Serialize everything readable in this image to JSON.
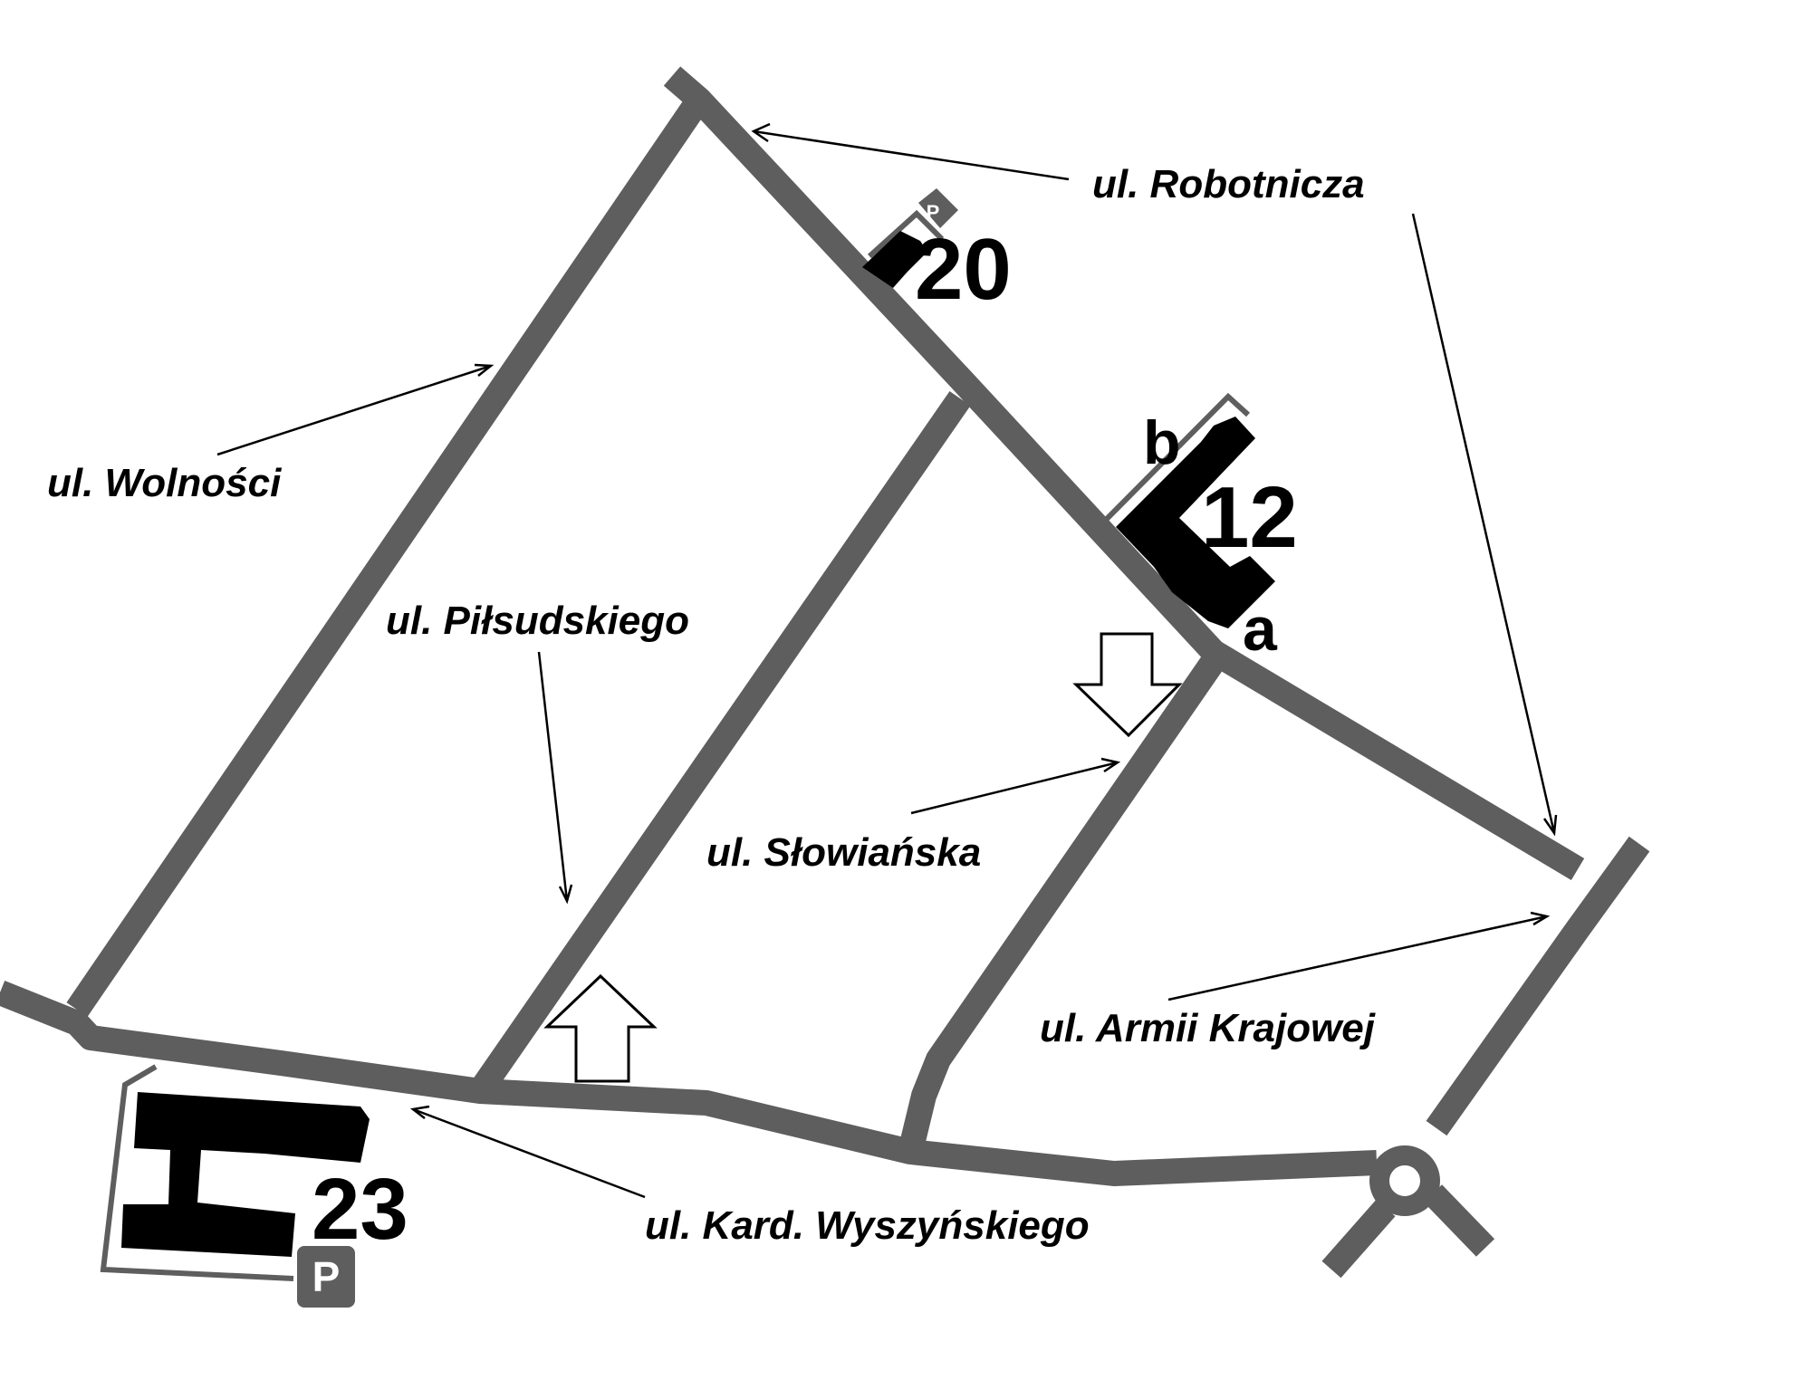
{
  "streets": {
    "robotnicza": "ul. Robotnicza",
    "wolnosci": "ul. Wolności",
    "pilsudskiego": "ul. Piłsudskiego",
    "slowianska": "ul. Słowiańska",
    "armii_krajowej": "ul. Armii Krajowej",
    "wyszynskiego": "ul. Kard. Wyszyńskiego"
  },
  "buildings": {
    "b20": {
      "number": "20"
    },
    "b12": {
      "number": "12",
      "wing_a": "a",
      "wing_b": "b"
    },
    "b23": {
      "number": "23"
    }
  },
  "parking": {
    "letter": "P"
  },
  "icons": {
    "entrance_arrow": "entrance-arrow-icon",
    "parking": "parking-icon",
    "roundabout": "roundabout-icon"
  },
  "colors": {
    "road": "#5e5e5e",
    "building": "#000000",
    "background": "#ffffff",
    "parking_badge": "#5e5e5e"
  }
}
